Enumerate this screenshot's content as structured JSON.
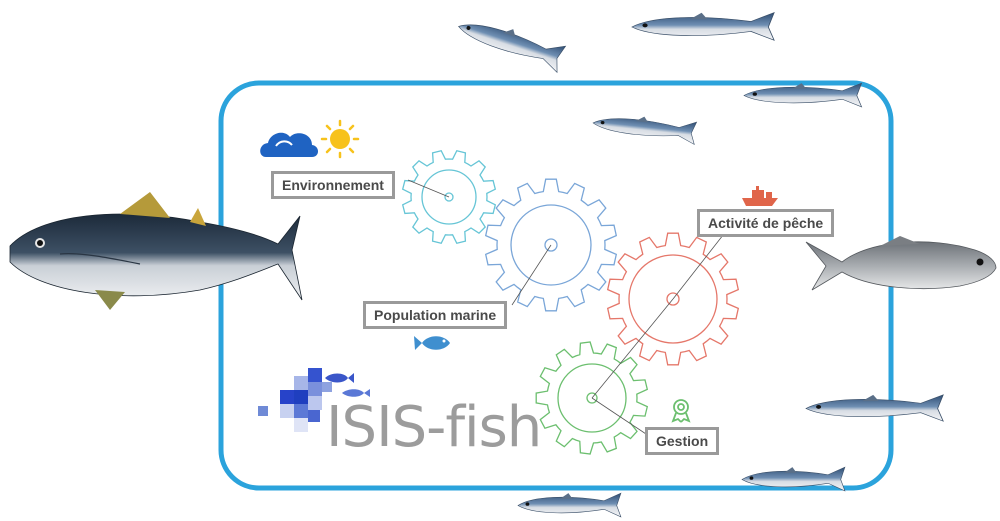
{
  "diagram": {
    "labels": {
      "environment": "Environnement",
      "population": "Population marine",
      "fishing": "Activité de pêche",
      "management": "Gestion"
    },
    "brand": "ISIS-fish"
  },
  "colors": {
    "frame": "#2ba3dc",
    "gear_environment": "#66c5d6",
    "gear_population": "#7aa6d8",
    "gear_fishing": "#e5776a",
    "gear_management": "#6cbf6f",
    "label_border": "#9a9a9a",
    "cloud": "#1f63c2",
    "sun": "#f7c21b",
    "boat": "#e0654a",
    "fish_icon": "#3f8fcf",
    "logo_blue": "#1f3fbf"
  },
  "icons": [
    "cloud-icon",
    "sun-icon",
    "boat-icon",
    "fish-icon",
    "award-icon"
  ]
}
